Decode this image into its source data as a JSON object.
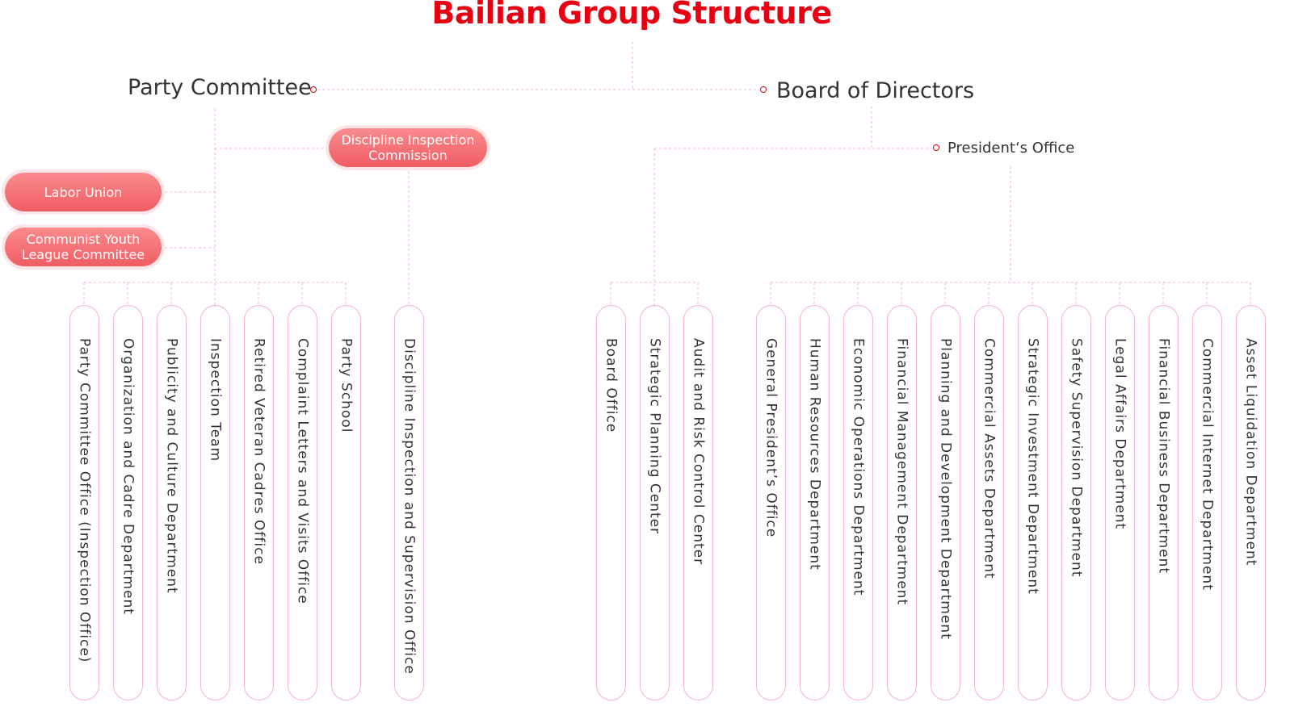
{
  "title": "Bailian Group Structure",
  "party": {
    "heading": "Party Committee",
    "discipline_pill": "Discipline Inspection\nCommission",
    "labor_union": "Labor Union",
    "youth_league": "Communist Youth\nLeague Committee",
    "departments": [
      "Party Committee Office (Inspection Office)",
      "Organization and Cadre Department",
      "Publicity and Culture Department",
      "Inspection Team",
      "Retired Veteran Cadres Office",
      "Complaint Letters and Visits Office",
      "Party School"
    ],
    "discipline_department": "Discipline Inspection and Supervision Office"
  },
  "board": {
    "heading": "Board of Directors",
    "presidents_office": "President‘s Office",
    "departments": [
      "Board Office",
      "Strategic Planning Center",
      "Audit and Risk Control Center"
    ]
  },
  "president": {
    "departments": [
      "General President’s Office",
      "Human Resources Department",
      "Economic Operations Department",
      "Financial Management Department",
      "Planning and Development Department",
      "Commercial Assets Department",
      "Strategic Investment Department",
      "Safety Supervision Department",
      "Legal Affairs Department",
      "Financial Business Department",
      "Commercial Internet Department",
      "Asset Liquidation Department"
    ]
  },
  "colors": {
    "title": "#e60012",
    "pill_gradient_top": "#f98b8c",
    "pill_gradient_bottom": "#f05d64",
    "connector": "#f4b6c0",
    "text": "#333333"
  }
}
